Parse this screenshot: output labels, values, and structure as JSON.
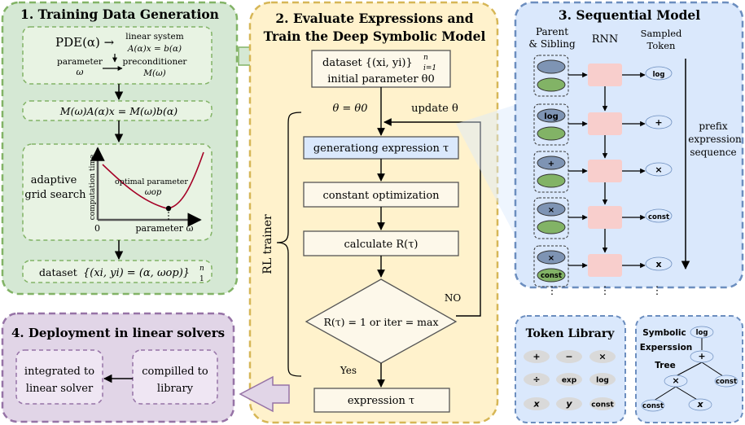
{
  "panel1": {
    "title": "1. Training Data Generation",
    "pde": "PDE(α) →",
    "linear_system": "linear system",
    "linear_eq": "A(α)x = b(α)",
    "parameter": "parameter",
    "omega": "ω",
    "preconditioner": "preconditioner",
    "m_omega": "M(ω)",
    "precond_eq": "M(ω)A(α)x = M(ω)b(α)",
    "adaptive": "adaptive",
    "grid_search": "grid search",
    "y_axis": "computation time",
    "optimal": "optimal parameter",
    "omega_op": "ωop",
    "zero": "0",
    "x_axis": "parameter ω",
    "dataset": "dataset",
    "dataset_eq": "{(xi, yi) = (α, ωop)}",
    "dataset_sup": "n",
    "dataset_sub": "1"
  },
  "panel2": {
    "title_line1": "2. Evaluate Expressions and",
    "title_line2": "Train the Deep Symbolic Model",
    "dataset_line": "dataset {(xi, yi)}",
    "dataset_sup": "n",
    "dataset_sub": "i=1",
    "initial_param": "initial parameter θ0",
    "theta_init": "θ = θ0",
    "update": "update θ",
    "gen_expr": "generationg expression τ",
    "const_opt": "constant optimization",
    "calc_r": "calculate R(τ)",
    "decision": "R(τ) = 1 or iter = max",
    "no": "NO",
    "yes": "Yes",
    "expr_out": "expression τ",
    "rl_trainer": "RL trainer"
  },
  "panel3": {
    "title": "3. Sequential Model",
    "col1_line1": "Parent",
    "col1_line2": "& Sibling",
    "col2": "RNN",
    "col3_line1": "Sampled",
    "col3_line2": "Token",
    "parent_tokens": [
      "",
      "log",
      "+",
      "×",
      "×"
    ],
    "sibling_tokens": [
      "",
      "",
      "",
      "",
      "const"
    ],
    "sampled_tokens": [
      "log",
      "+",
      "×",
      "const",
      "x"
    ],
    "prefix_line1": "prefix",
    "prefix_line2": "expression",
    "prefix_line3": "sequence"
  },
  "panel4": {
    "title": "4. Deployment in linear solvers",
    "integrated_line1": "integrated to",
    "integrated_line2": "linear solver",
    "compiled_line1": "compilled to",
    "compiled_line2": "library"
  },
  "token_library": {
    "title": "Token Library",
    "tokens": [
      "+",
      "−",
      "×",
      "÷",
      "exp",
      "log",
      "x",
      "y",
      "const"
    ]
  },
  "tree": {
    "label_line1": "Symbolic",
    "label_line2": "Experssion",
    "label_line3": "Tree",
    "nodes": [
      "log",
      "+",
      "×",
      "const",
      "const",
      "x"
    ]
  },
  "colors": {
    "panel1_fill": "#d5e8d4",
    "panel1_border": "#82b366",
    "panel2_fill": "#fff2cc",
    "panel2_border": "#d6b656",
    "panel3_fill": "#dae8fc",
    "panel3_border": "#6c8ebf",
    "panel4_fill": "#e1d5e7",
    "panel4_border": "#9673a6",
    "rnn_cell": "#f8cecc",
    "token_blue": "#7e94b4",
    "token_green": "#82b366",
    "token_gray": "#d9d9d9",
    "curve": "#a50026"
  }
}
